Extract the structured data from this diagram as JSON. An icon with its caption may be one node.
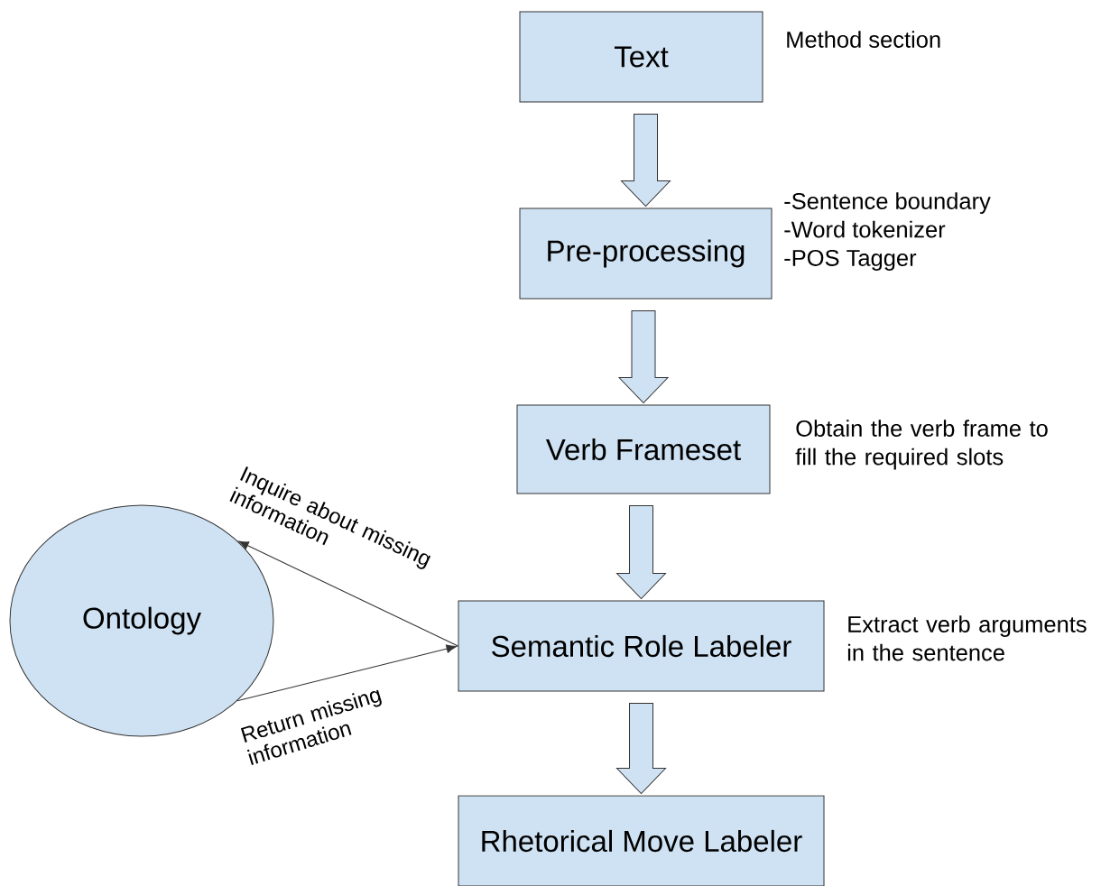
{
  "diagram": {
    "nodes": [
      {
        "text": [
          "Text"
        ],
        "beside": [
          "Method section"
        ]
      },
      {
        "text": [
          "Pre-processing"
        ],
        "beside": [
          "-Sentence boundary",
          "-Word tokenizer",
          "-POS Tagger"
        ]
      },
      {
        "text": [
          "Verb Frameset"
        ],
        "beside": [
          "Obtain the verb frame to fill the required slots"
        ]
      },
      {
        "text": [
          "Ontology"
        ]
      },
      {
        "text": [
          "Semantic Role Labeler"
        ],
        "beside": [
          "Extract verb arguments in the sentence"
        ]
      },
      {
        "text": [
          "Rhetorical Move Labeler"
        ]
      }
    ],
    "edges": [
      {
        "from": 0,
        "to": 1,
        "arrow": "to",
        "style": "thick"
      },
      {
        "from": 1,
        "to": 2,
        "arrow": "to",
        "style": "thick"
      },
      {
        "from": 2,
        "to": 4,
        "arrow": "to",
        "style": "thick"
      },
      {
        "from": 4,
        "to": 3,
        "arrow": "to",
        "label": "Inquire about missing information"
      },
      {
        "from": 3,
        "to": 4,
        "arrow": "to",
        "label": "Return missing information"
      },
      {
        "from": 4,
        "to": 5,
        "arrow": "to",
        "style": "thick"
      }
    ]
  }
}
